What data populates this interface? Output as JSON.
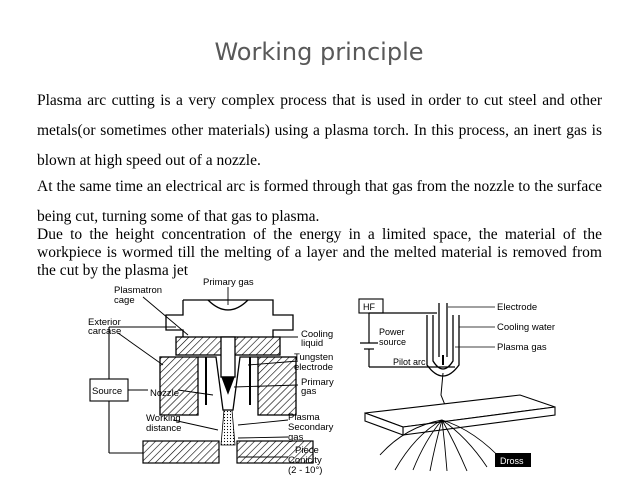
{
  "slide": {
    "title": "Working principle",
    "paragraphs": [
      "Plasma arc cutting is a very complex process that is used in order to cut steel and other metals(or sometimes other materials) using a plasma torch. In this process, an inert gas is blown at high speed out of a nozzle.",
      "At the same time an electrical arc is formed through that gas from the nozzle to the surface being cut, turning some of that gas to plasma.",
      "Due to the height concentration of the energy in a limited space, the material of the workpiece  is wormed till  the melting of a layer and the melted material is removed from the cut by the plasma jet"
    ]
  },
  "left_diagram": {
    "labels": {
      "primary_gas_top": "Primary gas",
      "plasmatron": "Plasmatron",
      "cage": "cage",
      "exterior": "Exterior",
      "carcase": "carcase",
      "cooling": "Cooling",
      "liquid": "liquid",
      "tungsten": "Tungsten",
      "electrode": "electrode",
      "primary": "Primary",
      "gas": "gas",
      "source": "Source",
      "nozzle": "Nozzle",
      "working": "Working",
      "distance": "distance",
      "plasma": "Plasma",
      "secondary": "Secondary",
      "gas2": "gas",
      "piece": "Piece",
      "conicity": "Conicity",
      "angle": "(2 - 10°)"
    }
  },
  "right_diagram": {
    "labels": {
      "hf": "HF",
      "power": "Power",
      "source": "source",
      "pilot_arc": "Pilot arc",
      "electrode": "Electrode",
      "cooling_water": "Cooling water",
      "plasma_gas": "Plasma gas",
      "dross": "Dross"
    }
  }
}
